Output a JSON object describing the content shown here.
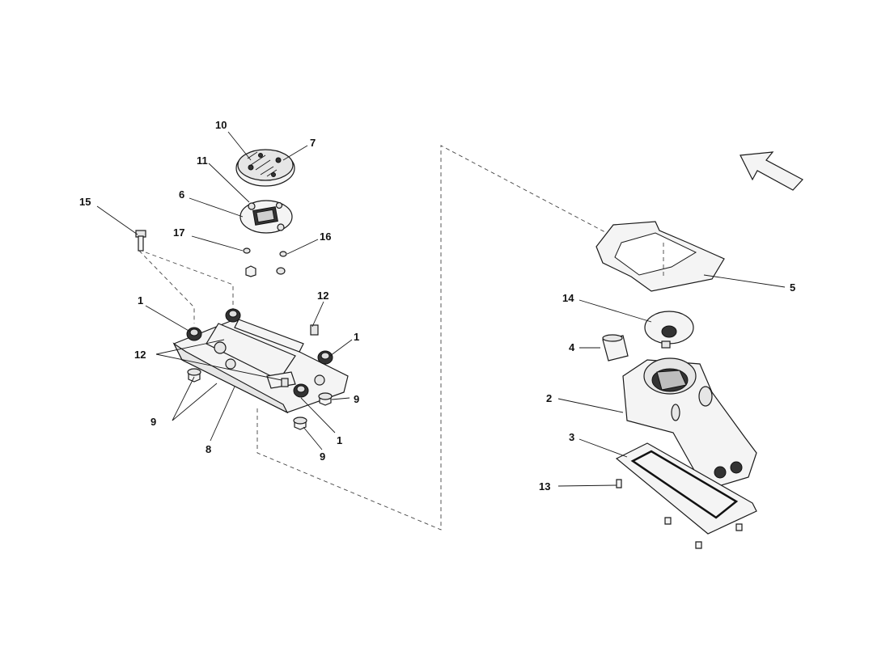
{
  "callouts": {
    "c1a": "1",
    "c1b": "1",
    "c1c": "1",
    "c2": "2",
    "c3": "3",
    "c4": "4",
    "c5": "5",
    "c6": "6",
    "c7": "7",
    "c8": "8",
    "c9a": "9",
    "c9b": "9",
    "c9c": "9",
    "c10": "10",
    "c11": "11",
    "c12a": "12",
    "c12b": "12",
    "c13": "13",
    "c14": "14",
    "c15": "15",
    "c16": "16",
    "c17": "17"
  }
}
